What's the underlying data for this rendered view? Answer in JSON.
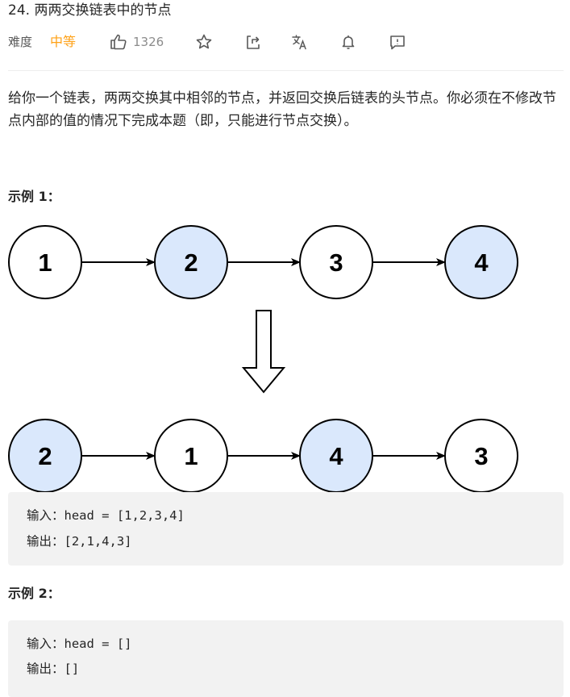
{
  "problem": {
    "title": "24. 两两交换链表中的节点",
    "difficulty_label": "难度",
    "difficulty_value": "中等",
    "likes": "1326",
    "icons": [
      "like-icon",
      "star-icon",
      "share-icon",
      "translate-icon",
      "bell-icon",
      "feedback-icon"
    ],
    "difficulty_color": "#ffa116"
  },
  "description": "给你一个链表，两两交换其中相邻的节点，并返回交换后链表的头节点。你必须在不修改节点内部的值的情况下完成本题（即，只能进行节点交换）。",
  "examples": [
    {
      "title": "示例 1：",
      "input_line": "输入：head = [1,2,3,4]",
      "output_line": "输出：[2,1,4,3]"
    },
    {
      "title": "示例 2：",
      "input_line": "输入：head = []",
      "output_line": "输出：[]"
    }
  ],
  "diagram": {
    "before": [
      {
        "label": "1",
        "highlight": false
      },
      {
        "label": "2",
        "highlight": true
      },
      {
        "label": "3",
        "highlight": false
      },
      {
        "label": "4",
        "highlight": true
      }
    ],
    "after": [
      {
        "label": "2",
        "highlight": true
      },
      {
        "label": "1",
        "highlight": false
      },
      {
        "label": "4",
        "highlight": true
      },
      {
        "label": "3",
        "highlight": false
      }
    ],
    "highlight_color": "#dae8fc"
  }
}
